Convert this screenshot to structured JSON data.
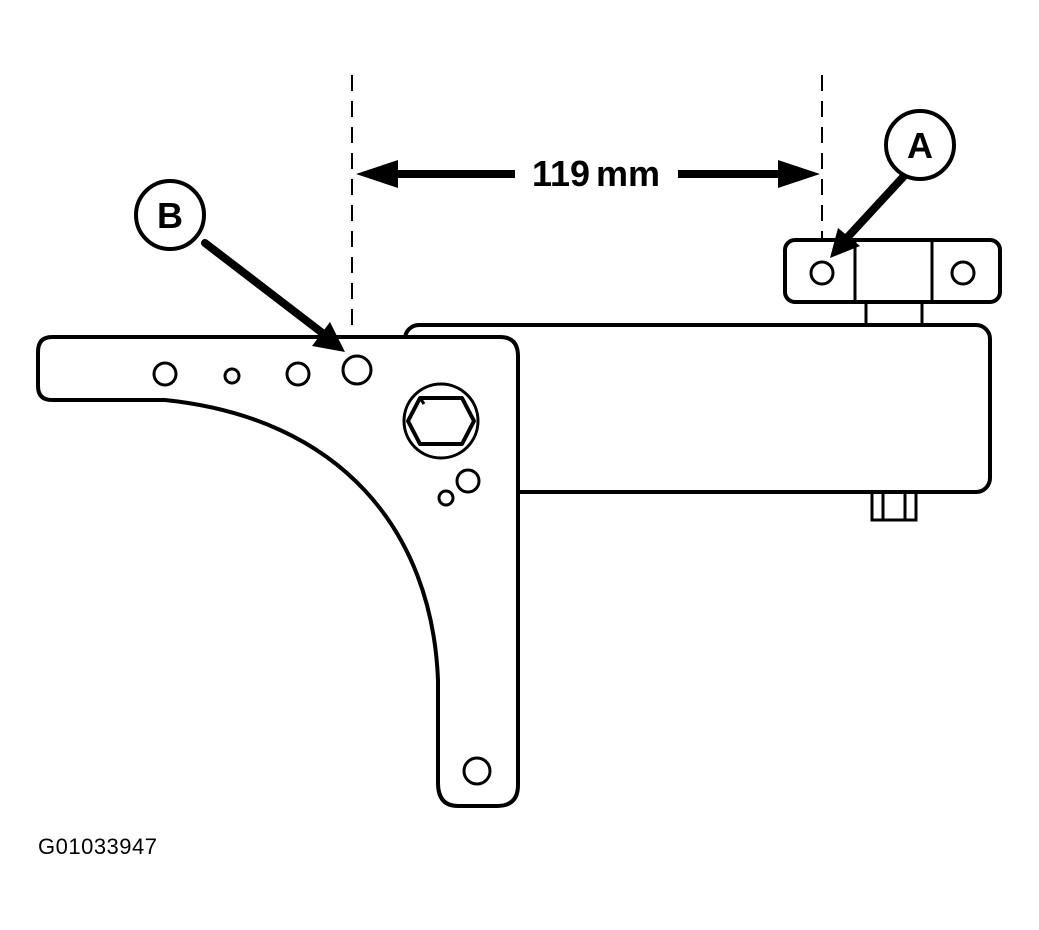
{
  "dimension": {
    "value": "119",
    "unit": "mm"
  },
  "callouts": {
    "a": "A",
    "b": "B"
  },
  "figure_id": "G01033947"
}
